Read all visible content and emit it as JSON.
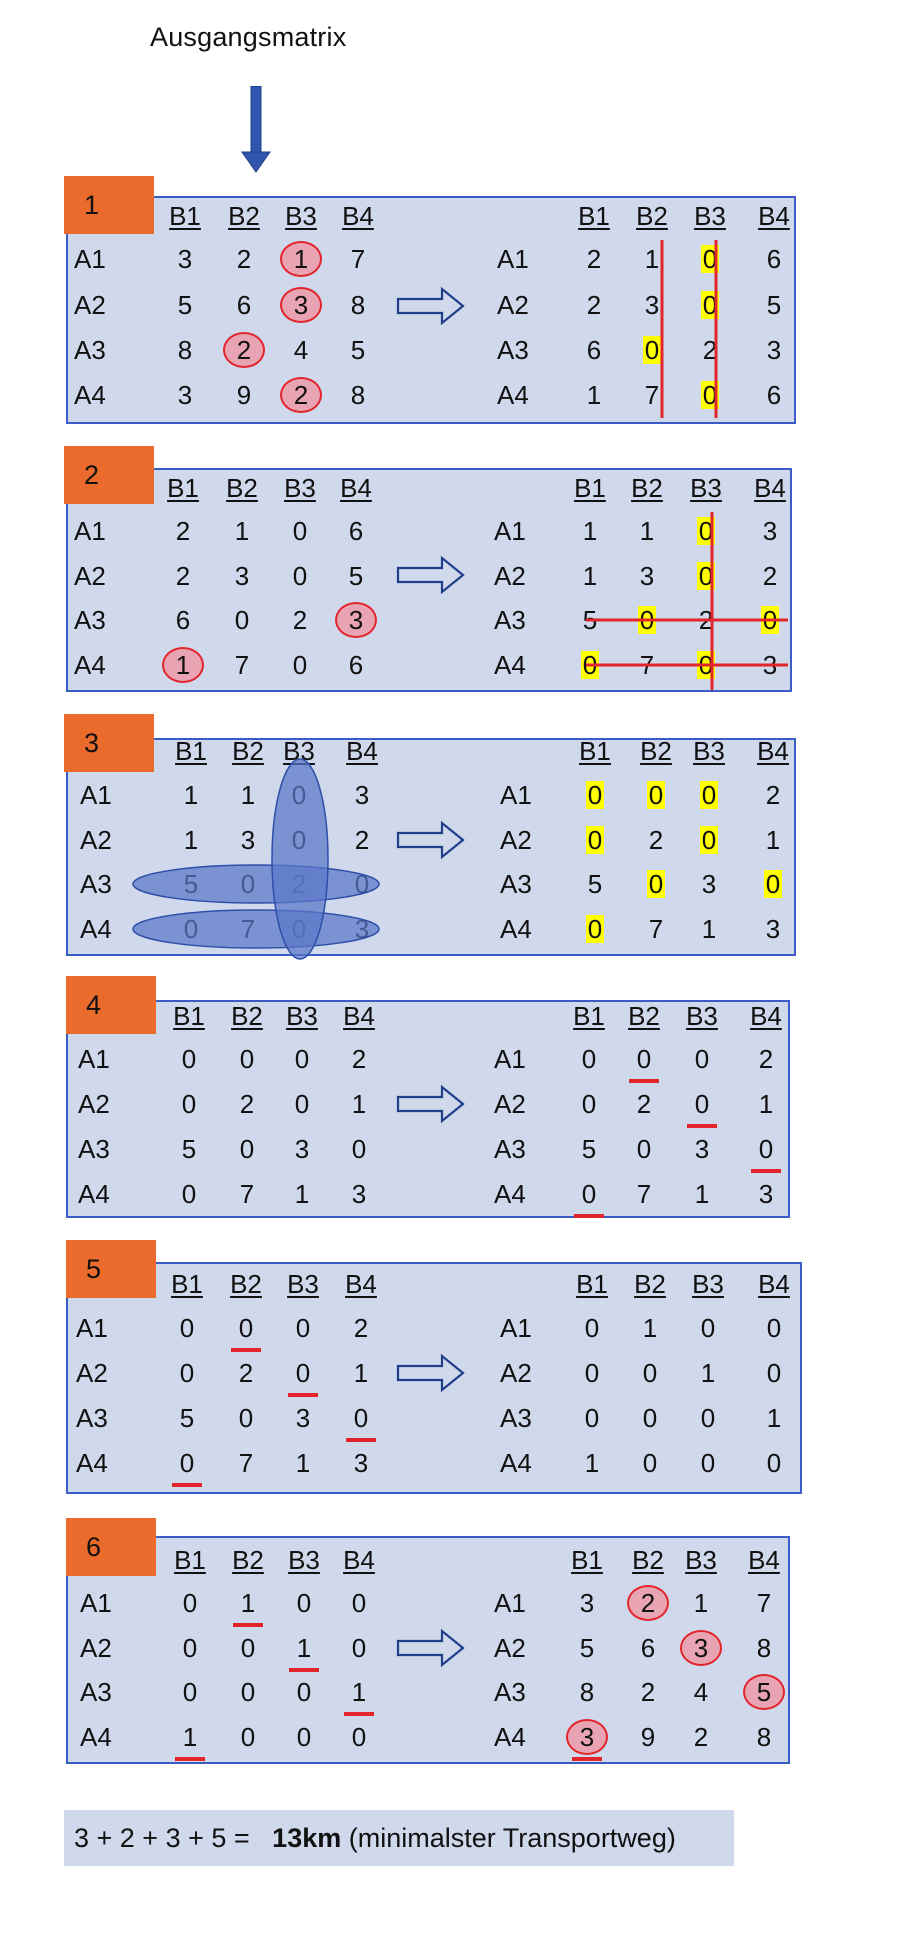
{
  "title": "Ausgangsmatrix",
  "col_headers": [
    "B1",
    "B2",
    "B3",
    "B4"
  ],
  "row_headers": [
    "A1",
    "A2",
    "A3",
    "A4"
  ],
  "steps": [
    {
      "number": "1",
      "left": [
        [
          "3",
          "2",
          "1",
          "7"
        ],
        [
          "5",
          "6",
          "3",
          "8"
        ],
        [
          "8",
          "2",
          "4",
          "5"
        ],
        [
          "3",
          "9",
          "2",
          "8"
        ]
      ],
      "right": [
        [
          "2",
          "1",
          "0",
          "6"
        ],
        [
          "2",
          "3",
          "0",
          "5"
        ],
        [
          "6",
          "0",
          "2",
          "3"
        ],
        [
          "1",
          "7",
          "0",
          "6"
        ]
      ]
    },
    {
      "number": "2",
      "left": [
        [
          "2",
          "1",
          "0",
          "6"
        ],
        [
          "2",
          "3",
          "0",
          "5"
        ],
        [
          "6",
          "0",
          "2",
          "3"
        ],
        [
          "1",
          "7",
          "0",
          "6"
        ]
      ],
      "right": [
        [
          "1",
          "1",
          "0",
          "3"
        ],
        [
          "1",
          "3",
          "0",
          "2"
        ],
        [
          "5",
          "0",
          "2",
          "0"
        ],
        [
          "0",
          "7",
          "0",
          "3"
        ]
      ]
    },
    {
      "number": "3",
      "left": [
        [
          "1",
          "1",
          "0",
          "3"
        ],
        [
          "1",
          "3",
          "0",
          "2"
        ],
        [
          "5",
          "0",
          "2",
          "0"
        ],
        [
          "0",
          "7",
          "0",
          "3"
        ]
      ],
      "right": [
        [
          "0",
          "0",
          "0",
          "2"
        ],
        [
          "0",
          "2",
          "0",
          "1"
        ],
        [
          "5",
          "0",
          "3",
          "0"
        ],
        [
          "0",
          "7",
          "1",
          "3"
        ]
      ]
    },
    {
      "number": "4",
      "left": [
        [
          "0",
          "0",
          "0",
          "2"
        ],
        [
          "0",
          "2",
          "0",
          "1"
        ],
        [
          "5",
          "0",
          "3",
          "0"
        ],
        [
          "0",
          "7",
          "1",
          "3"
        ]
      ],
      "right": [
        [
          "0",
          "0",
          "0",
          "2"
        ],
        [
          "0",
          "2",
          "0",
          "1"
        ],
        [
          "5",
          "0",
          "3",
          "0"
        ],
        [
          "0",
          "7",
          "1",
          "3"
        ]
      ]
    },
    {
      "number": "5",
      "left": [
        [
          "0",
          "0",
          "0",
          "2"
        ],
        [
          "0",
          "2",
          "0",
          "1"
        ],
        [
          "5",
          "0",
          "3",
          "0"
        ],
        [
          "0",
          "7",
          "1",
          "3"
        ]
      ],
      "right": [
        [
          "0",
          "1",
          "0",
          "0"
        ],
        [
          "0",
          "0",
          "1",
          "0"
        ],
        [
          "0",
          "0",
          "0",
          "1"
        ],
        [
          "1",
          "0",
          "0",
          "0"
        ]
      ]
    },
    {
      "number": "6",
      "left": [
        [
          "0",
          "1",
          "0",
          "0"
        ],
        [
          "0",
          "0",
          "1",
          "0"
        ],
        [
          "0",
          "0",
          "0",
          "1"
        ],
        [
          "1",
          "0",
          "0",
          "0"
        ]
      ],
      "right": [
        [
          "3",
          "2",
          "1",
          "7"
        ],
        [
          "5",
          "6",
          "3",
          "8"
        ],
        [
          "8",
          "2",
          "4",
          "5"
        ],
        [
          "3",
          "9",
          "2",
          "8"
        ]
      ]
    }
  ],
  "summary": {
    "equation": "3 + 2 + 3 + 5 =",
    "result": "13km",
    "note": "(minimalster Transportweg)"
  },
  "colors": {
    "panel": "#d0d8eb",
    "panel_border": "#3a5cc4",
    "badge": "#ea6b2b",
    "mark_red": "#e2252b",
    "circle_fill": "#e8a4b2",
    "highlight": "#ffff00",
    "ellipse": "#5a77c8"
  }
}
